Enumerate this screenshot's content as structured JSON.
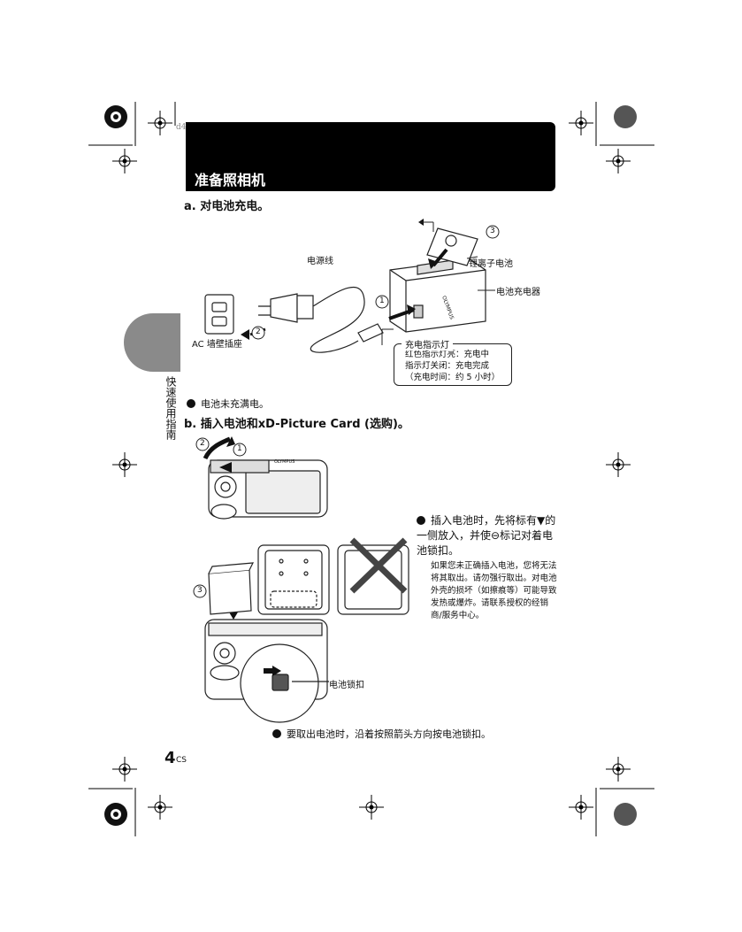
{
  "page_code": "d4",
  "header": {
    "title": "准备照相机"
  },
  "side_tab": {
    "label": "快速使用指南"
  },
  "section_a": {
    "heading": "a.  对电池充电。",
    "labels": {
      "power_cord": "电源线",
      "lithium_battery": "锂离子电池",
      "battery_charger": "电池充电器",
      "wall_outlet": "AC 墙壁插座",
      "step1": "1",
      "step2": "2",
      "step3": "3"
    },
    "indicator_box": {
      "title": "充电指示灯",
      "line1": "红色指示灯亮：充电中",
      "line2": "指示灯关闭：充电完成",
      "line3": "（充电时间：约 5 小时）"
    },
    "note": "电池未充满电。"
  },
  "section_b": {
    "heading": "b.  插入电池和xD-Picture Card (选购)。",
    "labels": {
      "step1": "1",
      "step2": "2",
      "step3": "3",
      "battery_lock": "电池锁扣",
      "brand": "OLYMPUS"
    },
    "tip_main": "插入电池时，先将标有▼的一侧放入，并使⊖标记对着电池锁扣。",
    "tip_sub": "如果您未正确插入电池，您将无法将其取出。请勿强行取出。对电池外壳的损坏（如擦痕等）可能导致发热或爆炸。请联系授权的经销商/服务中心。",
    "removal_note": "要取出电池时，沿着按照箭头方向按电池锁扣。"
  },
  "footer": {
    "page_number": "4",
    "language": "CS"
  }
}
